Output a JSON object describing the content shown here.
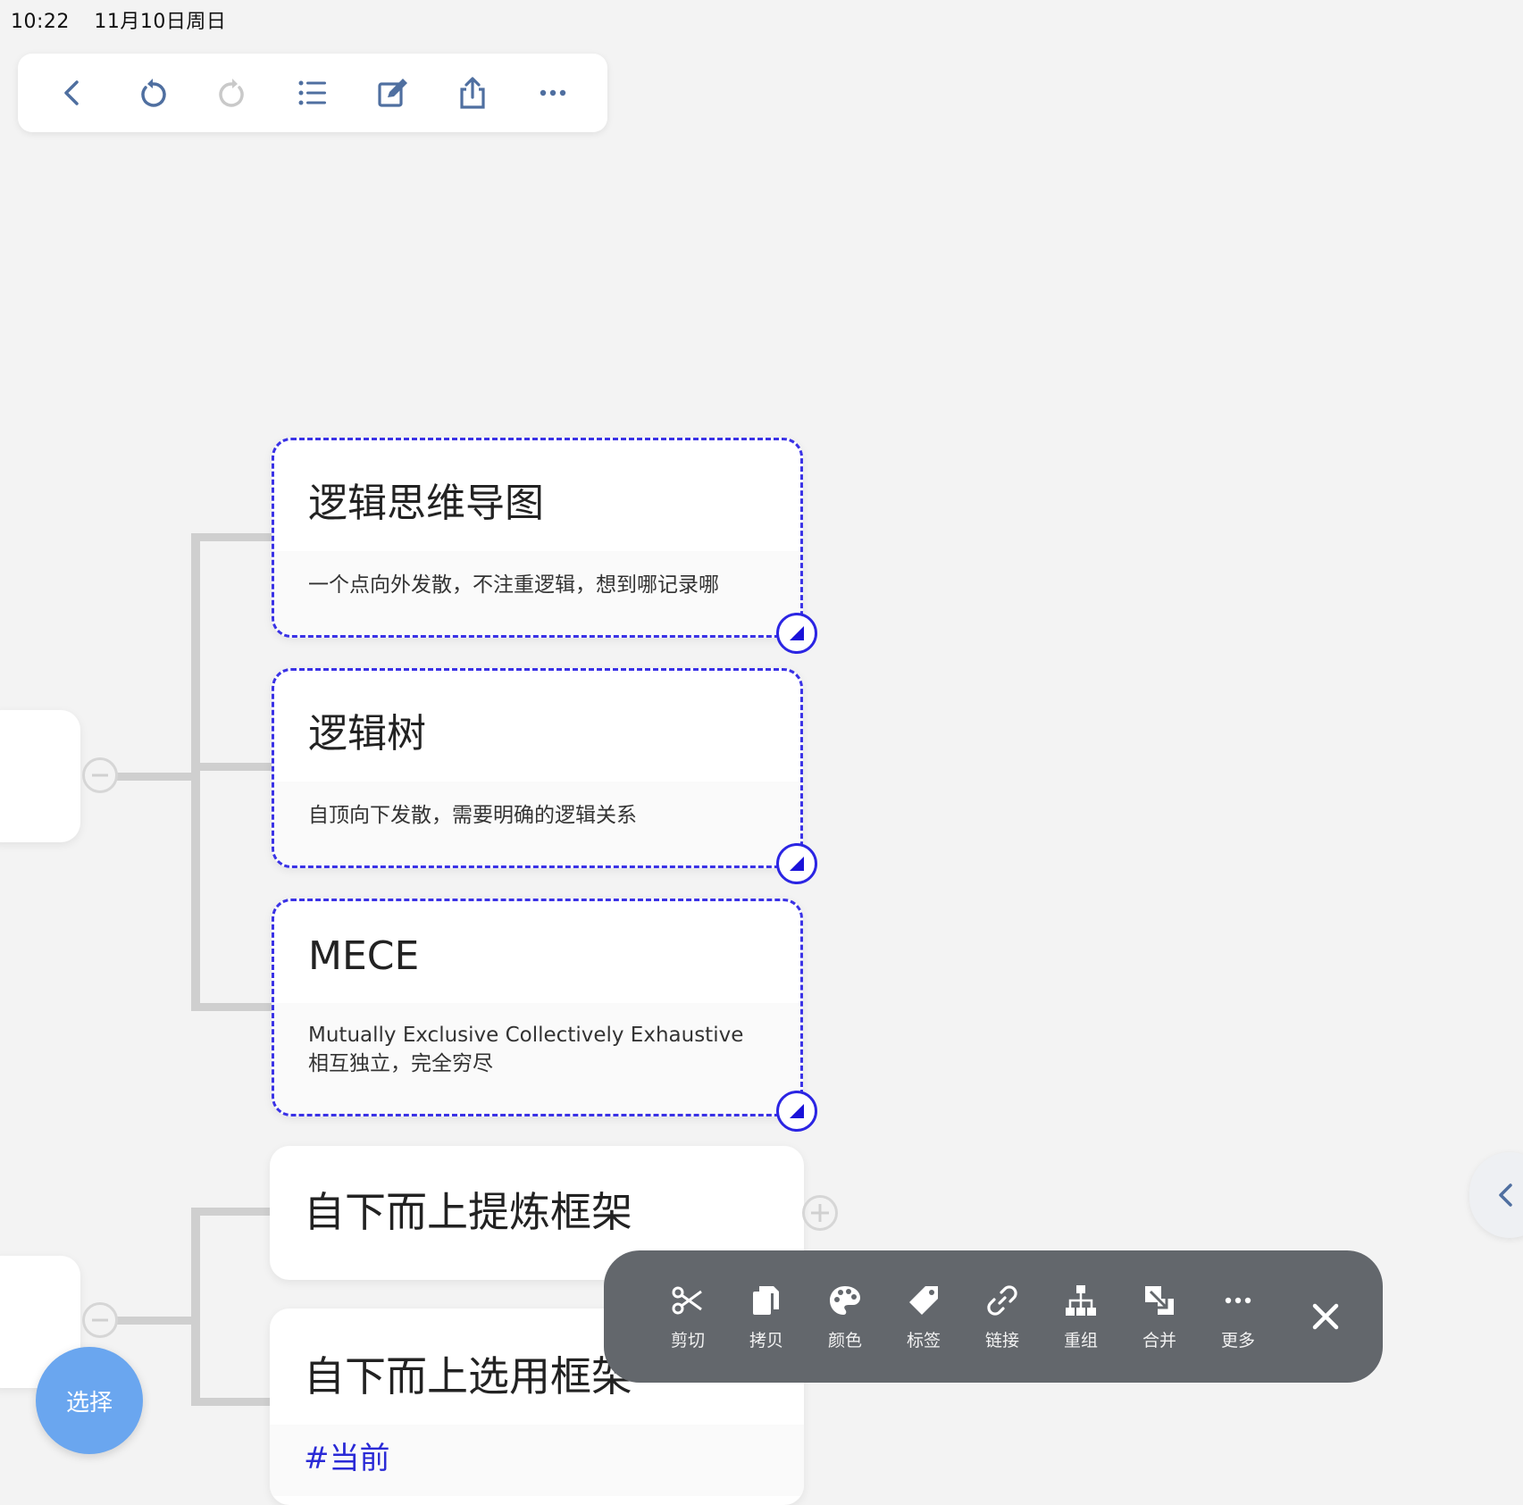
{
  "status": {
    "time": "10:22",
    "date": "11月10日周日"
  },
  "nodes": {
    "n1": {
      "title": "逻辑思维导图",
      "note": "一个点向外发散，不注重逻辑，想到哪记录哪"
    },
    "n2": {
      "title": "逻辑树",
      "note": "自顶向下发散，需要明确的逻辑关系"
    },
    "n3": {
      "title": "MECE",
      "note_line1": "Mutually Exclusive Collectively Exhaustive",
      "note_line2": "相互独立，完全穷尽"
    },
    "n4": {
      "title": "自下而上提炼框架"
    },
    "n5": {
      "title": "自下而上选用框架",
      "tag": "#当前"
    }
  },
  "action_bar": {
    "items": [
      {
        "label": "剪切",
        "icon": "scissors-icon"
      },
      {
        "label": "拷贝",
        "icon": "copy-icon"
      },
      {
        "label": "颜色",
        "icon": "palette-icon"
      },
      {
        "label": "标签",
        "icon": "tag-icon"
      },
      {
        "label": "链接",
        "icon": "link-icon"
      },
      {
        "label": "重组",
        "icon": "hierarchy-icon"
      },
      {
        "label": "合并",
        "icon": "merge-icon"
      },
      {
        "label": "更多",
        "icon": "more-icon"
      }
    ]
  },
  "fab": {
    "label": "选择"
  },
  "colors": {
    "selection": "#3a32e6",
    "toolbar_icon": "#4f6fa0",
    "action_bar_bg": "#63676c",
    "fab": "#6aa6ef"
  }
}
